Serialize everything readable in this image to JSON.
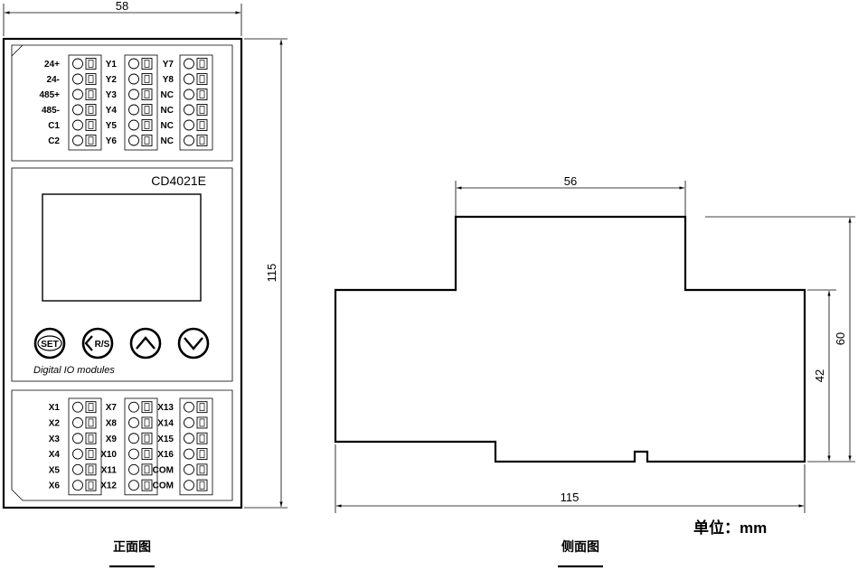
{
  "front": {
    "width_dim": "58",
    "height_dim": "115",
    "model": "CD4021E",
    "subtitle": "Digital IO modules",
    "caption": "正面图",
    "buttons": [
      "SET",
      "R/S",
      "up-arrow",
      "down-arrow"
    ],
    "top_terminals": [
      [
        "24+",
        "24-",
        "485+",
        "485-",
        "C1",
        "C2"
      ],
      [
        "Y1",
        "Y2",
        "Y3",
        "Y4",
        "Y5",
        "Y6"
      ],
      [
        "Y7",
        "Y8",
        "NC",
        "NC",
        "NC",
        "NC"
      ]
    ],
    "bottom_terminals": [
      [
        "X1",
        "X2",
        "X3",
        "X4",
        "X5",
        "X6"
      ],
      [
        "X7",
        "X8",
        "X9",
        "X10",
        "X11",
        "X12"
      ],
      [
        "X13",
        "X14",
        "X15",
        "X16",
        "COM",
        "COM"
      ]
    ]
  },
  "side": {
    "top_dim": "56",
    "bottom_dim": "115",
    "body_height_dim": "42",
    "total_height_dim": "60",
    "caption": "侧面图"
  },
  "unit_label": "单位：mm"
}
